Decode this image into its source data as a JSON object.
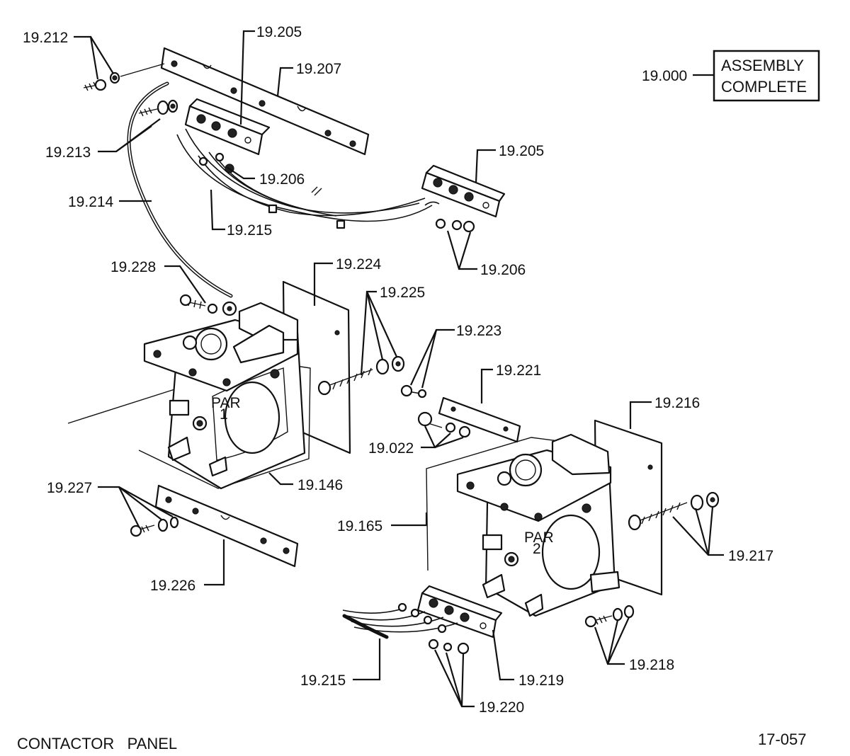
{
  "assembly": {
    "number": "19.000",
    "line1": "ASSEMBLY",
    "line2": "COMPLETE"
  },
  "footer": {
    "title": "CONTACTOR   PANEL",
    "drawing_no": "17-057"
  },
  "coil_marks": {
    "left": "PAR",
    "left_num": "1",
    "right": "PAR",
    "right_num": "2"
  },
  "callouts": {
    "c19_212": "19.212",
    "c19_205_top": "19.205",
    "c19_207": "19.207",
    "c19_213": "19.213",
    "c19_206_top": "19.206",
    "c19_214": "19.214",
    "c19_215_top": "19.215",
    "c19_205_right": "19.205",
    "c19_206_right": "19.206",
    "c19_228": "19.228",
    "c19_224": "19.224",
    "c19_225": "19.225",
    "c19_223": "19.223",
    "c19_221": "19.221",
    "c19_022": "19.022",
    "c19_146": "19.146",
    "c19_216": "19.216",
    "c19_227": "19.227",
    "c19_165": "19.165",
    "c19_217": "19.217",
    "c19_226": "19.226",
    "c19_218": "19.218",
    "c19_215_bottom": "19.215",
    "c19_219": "19.219",
    "c19_220": "19.220"
  }
}
